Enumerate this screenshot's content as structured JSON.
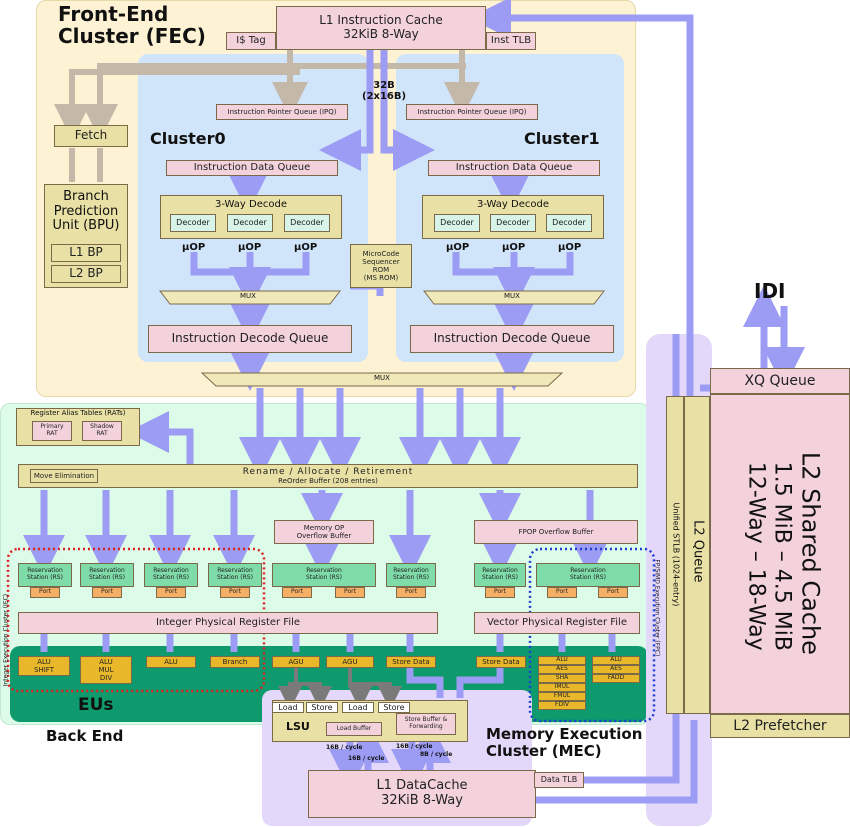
{
  "regions": {
    "fec_title": "Front-End\nCluster (FEC)",
    "back_end": "Back End",
    "eus": "EUs",
    "mec_title": "Memory Execution\nCluster (MEC)",
    "ieu_label": "Integer Execution Cluster (IEC)",
    "fp_label": "FP/SIMD Execution Cluster (FPC)"
  },
  "front_end": {
    "l1i_cache": "L1 Instruction Cache\n32KiB 8-Way",
    "itag": "I$ Tag",
    "itlb": "Inst TLB",
    "fetch": "Fetch",
    "fetch_width": "32B\n(2x16B)",
    "bpu_title": "Branch\nPrediction\nUnit (BPU)",
    "l1_bp": "L1 BP",
    "l2_bp": "L2 BP",
    "microcode": "MicroCode\nSequencer\nROM\n(MS ROM)",
    "bottom_mux": "MUX"
  },
  "clusters": [
    {
      "name": "Cluster0",
      "ipq": "Instruction Pointer Queue (IPQ)",
      "idq": "Instruction Data Queue",
      "decode_title": "3-Way Decode",
      "decoders": [
        "Decoder",
        "Decoder",
        "Decoder"
      ],
      "uops": [
        "µOP",
        "µOP",
        "µOP"
      ],
      "mux": "MUX",
      "decode_queue": "Instruction Decode Queue"
    },
    {
      "name": "Cluster1",
      "ipq": "Instruction Pointer Queue (IPQ)",
      "idq": "Instruction Data Queue",
      "decode_title": "3-Way Decode",
      "decoders": [
        "Decoder",
        "Decoder",
        "Decoder"
      ],
      "uops": [
        "µOP",
        "µOP",
        "µOP"
      ],
      "mux": "MUX",
      "decode_queue": "Instruction Decode Queue"
    }
  ],
  "back_end": {
    "rat_title": "Register Alias Tables (RATs)",
    "primary_rat": "Primary\nRAT",
    "shadow_rat": "Shadow\nRAT",
    "rename": "Rename / Allocate / Retirement",
    "rob": "ReOrder Buffer  (208 entries)",
    "move_elim": "Move Elimination",
    "mem_op_overflow": "Memory OP\nOverflow Buffer",
    "fpop_overflow": "FPOP Overflow Buffer",
    "rs_label": "Reservation\nStation (RS)",
    "port": "Port",
    "int_prf": "Integer Physical Register File",
    "vec_prf": "Vector Physical Register File",
    "exec_units": {
      "alu_shift": "ALU\nSHIFT",
      "alu_mul_div": "ALU\nMUL\nDIV",
      "alu": "ALU",
      "branch": "Branch",
      "agu1": "AGU",
      "agu2": "AGU",
      "store_data1": "Store Data",
      "store_data2": "Store Data",
      "fp_left": [
        "ALU",
        "AES",
        "SHA",
        "IMUL",
        "FMUL",
        "FDIV"
      ],
      "fp_right": [
        "ALU",
        "AES",
        "FADD"
      ]
    }
  },
  "mec": {
    "load1": "Load",
    "store1": "Store",
    "load2": "Load",
    "store2": "Store",
    "lsu": "LSU",
    "load_buffer": "Load Buffer",
    "store_buffer": "Store Buffer &\nForwarding",
    "rate_left1": "16B / cycle",
    "rate_left2": "16B / cycle",
    "rate_right1": "16B / cycle",
    "rate_right2": "8B / cycle",
    "l1d_cache": "L1 DataCache\n32KiB 8-Way",
    "dtlb": "Data TLB"
  },
  "l2": {
    "idi": "IDI",
    "xq_queue": "XQ Queue",
    "stlb": "Unified STLB (1024-entry)",
    "l2_queue": "L2 Queue",
    "shared_cache": "L2 Shared Cache",
    "size": "1.5 MiB  –  4.5 MiB",
    "ways": "12-Way  –  18-Way",
    "prefetcher": "L2 Prefetcher"
  },
  "colors": {
    "fec_bg": "#fdf3d4",
    "cluster_bg": "#d0e4fa",
    "backend_bg": "#dcfbe8",
    "eu_bg": "#0e9a6c",
    "mec_bg": "#e4d8fa",
    "arrow": "#9c9cf4",
    "grey_arrow": "#c4b8a8"
  }
}
